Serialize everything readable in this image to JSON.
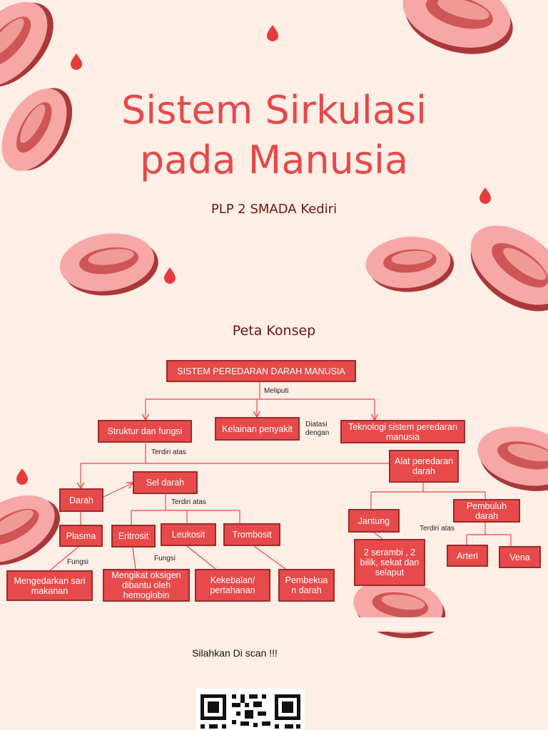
{
  "header": {
    "title_line1": "Sistem Sirkulasi",
    "title_line2": "pada Manusia",
    "subtitle": "PLP 2 SMADA Kediri"
  },
  "concept_map": {
    "heading": "Peta Konsep",
    "root": "SISTEM PEREDARAN DARAH MANUSIA",
    "labels": {
      "meliputi": "Meliputi",
      "terdiri_atas_1": "Terdiri atas",
      "terdiri_atas_2": "Terdiri atas",
      "terdiri_atas_3": "Terdiri atas",
      "fungsi_1": "Fungsi",
      "fungsi_2": "Fungsi",
      "diatasi_1": "Diatasi",
      "diatasi_2": "dengan"
    },
    "nodes": {
      "struktur": "Struktur dan fungsi",
      "kelainan": "Kelainan penyakit",
      "teknologi": "Teknologi sistem peredaran manusia",
      "darah": "Darah",
      "sel_darah": "Sel darah",
      "alat": "Alat peredaran darah",
      "plasma": "Plasma",
      "eritrosit": "Eritrosit",
      "leukosit": "Leukosit",
      "trombosit": "Trombosit",
      "jantung": "Jantung",
      "pembuluh": "Pembuluh darah",
      "mengedarkan": "Mengedarkan sari makanan",
      "mengikat": "Mengikat oksigen dibantu oleh hemoglobin",
      "kekebalan": "Kekebalan/ pertahanan",
      "pembekuan": "Pembekua n darah",
      "jantung_desc": "2 serambi , 2 bilik, sekat dan selaput",
      "arteri": "Arteri",
      "vena": "Vena"
    }
  },
  "footer": {
    "scan_text": "Silahkan Di scan !!!"
  },
  "icons": [
    "blood-cell-icon",
    "blood-drop-icon",
    "qr-code-icon"
  ],
  "colors": {
    "background": "#fdeee6",
    "accent": "#e34a4a",
    "node_fill": "#e74a4a",
    "node_border": "#9c2a2a",
    "cell_light": "#f7a1a1",
    "cell_dark": "#a8383b",
    "text_dark": "#6b1515"
  }
}
